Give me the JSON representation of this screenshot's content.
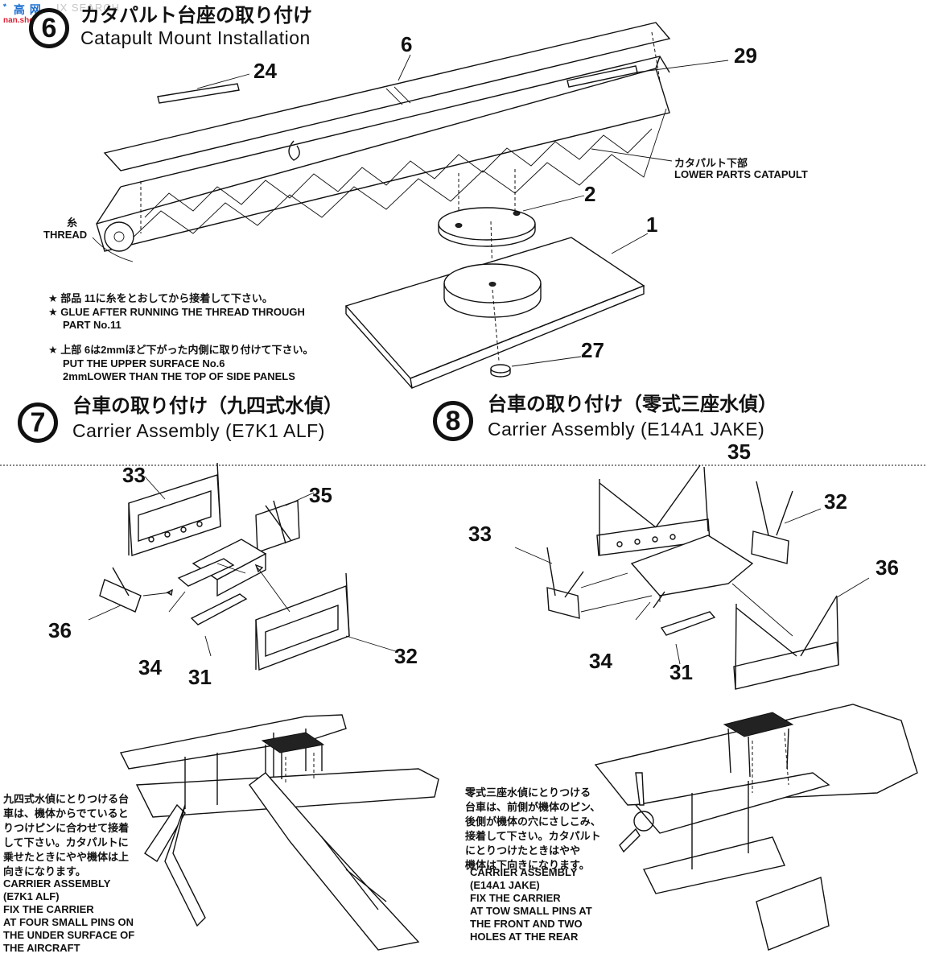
{
  "watermark": {
    "brand": "ﾞ 高 网",
    "sub": "nan.shou.com",
    "ghost": "IX SEARCH"
  },
  "step6": {
    "number": "6",
    "title_jp": "カタパルト台座の取り付け",
    "title_en": "Catapult Mount Installation",
    "thread_jp": "糸",
    "thread_en": "THREAD",
    "lower_jp": "カタパルト下部",
    "lower_en": "LOWER PARTS CATAPULT",
    "parts": {
      "p6": "6",
      "p24": "24",
      "p29": "29",
      "p2": "2",
      "p1": "1",
      "p27": "27"
    },
    "notes": {
      "n1_jp": "★ 部品 11に糸をとおしてから接着して下さい。",
      "n1_en_a": "★ GLUE AFTER RUNNING THE THREAD THROUGH",
      "n1_en_b": "PART No.11",
      "n2_jp": "★ 上部 6は2mmほど下がった内側に取り付けて下さい。",
      "n2_en_a": "PUT THE UPPER SURFACE No.6",
      "n2_en_b": "2mmLOWER THAN THE TOP OF SIDE PANELS"
    }
  },
  "step7": {
    "number": "7",
    "title_jp": "台車の取り付け（九四式水偵）",
    "title_en": "Carrier Assembly (E7K1 ALF)",
    "parts": {
      "p33": "33",
      "p35": "35",
      "p36": "36",
      "p34": "34",
      "p31": "31",
      "p32": "32"
    },
    "note_jp": [
      "九四式水偵にとりつける台",
      "車は、機体からでていると",
      "りつけピンに合わせて接着",
      "して下さい。カタパルトに",
      "乗せたときにやや機体は上",
      "向きになります。"
    ],
    "note_en": [
      "CARRIER ASSEMBLY",
      "(E7K1 ALF)",
      "FIX THE CARRIER",
      "AT FOUR SMALL PINS ON",
      "THE UNDER SURFACE OF",
      "THE AIRCRAFT"
    ]
  },
  "step8": {
    "number": "8",
    "title_jp": "台車の取り付け（零式三座水偵）",
    "title_en": "Carrier Assembly (E14A1 JAKE)",
    "parts": {
      "p35": "35",
      "p32": "32",
      "p33": "33",
      "p36": "36",
      "p34": "34",
      "p31": "31"
    },
    "note_jp": [
      "零式三座水偵にとりつける",
      "台車は、前側が機体のピン、",
      "後側が機体の穴にさしこみ、",
      "接着して下さい。カタパルト",
      "にとりつけたときはやや",
      "機体は下向きになります。"
    ],
    "note_en": [
      "CARRIER ASSEMBLY",
      "(E14A1 JAKE)",
      "FIX THE CARRIER",
      "AT TOW SMALL PINS AT",
      "THE FRONT AND TWO",
      "HOLES AT THE REAR"
    ]
  }
}
